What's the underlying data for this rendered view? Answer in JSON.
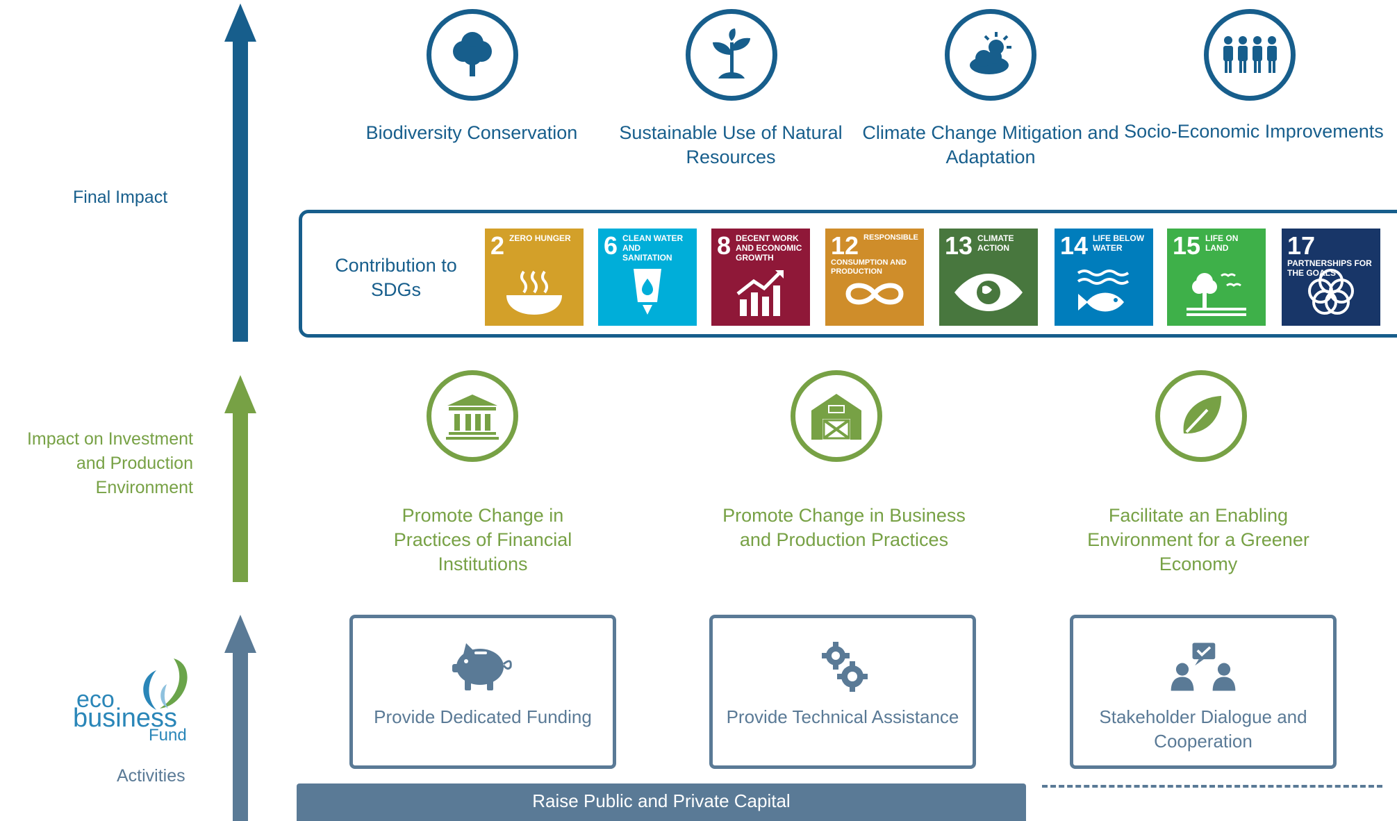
{
  "levels": {
    "final_impact": "Final Impact",
    "investment_impact": "Impact on Investment and Production Environment",
    "activities": "Activities"
  },
  "logo": {
    "eco": "eco",
    "business": "business",
    "fund": "Fund"
  },
  "final_impacts": [
    {
      "label": "Biodiversity Conservation",
      "icon": "tree-icon"
    },
    {
      "label": "Sustainable Use of Natural Resources",
      "icon": "seedling-icon"
    },
    {
      "label": "Climate Change Mitigation and Adaptation",
      "icon": "sun-cloud-icon"
    },
    {
      "label": "Socio-Economic Improvements",
      "icon": "people-icon"
    }
  ],
  "sdg": {
    "title": "Contribution to SDGs",
    "goals": [
      {
        "num": "2",
        "name": "ZERO HUNGER",
        "color": "#d3a029",
        "icon": "bowl-icon"
      },
      {
        "num": "6",
        "name": "CLEAN WATER AND SANITATION",
        "color": "#00aed9",
        "icon": "water-cup-icon"
      },
      {
        "num": "8",
        "name": "DECENT WORK AND ECONOMIC GROWTH",
        "color": "#8f1838",
        "icon": "growth-chart-icon"
      },
      {
        "num": "12",
        "name": "RESPONSIBLE CONSUMPTION AND PRODUCTION",
        "color": "#cf8d2a",
        "icon": "infinity-icon"
      },
      {
        "num": "13",
        "name": "CLIMATE ACTION",
        "color": "#48773e",
        "icon": "eye-globe-icon"
      },
      {
        "num": "14",
        "name": "LIFE BELOW WATER",
        "color": "#007dbc",
        "icon": "fish-icon"
      },
      {
        "num": "15",
        "name": "LIFE ON LAND",
        "color": "#3eb049",
        "icon": "tree-birds-icon"
      },
      {
        "num": "17",
        "name": "PARTNERSHIPS FOR THE GOALS",
        "color": "#183668",
        "icon": "rings-icon"
      }
    ]
  },
  "investment_impacts": [
    {
      "label": "Promote Change in Practices of Financial Institutions",
      "icon": "bank-icon"
    },
    {
      "label": "Promote Change in Business and Production Practices",
      "icon": "barn-icon"
    },
    {
      "label": "Facilitate an Enabling Environment for a Greener Economy",
      "icon": "leaf-icon"
    }
  ],
  "activities": [
    {
      "label": "Provide Dedicated Funding",
      "icon": "piggy-bank-icon"
    },
    {
      "label": "Provide Technical Assistance",
      "icon": "gears-icon"
    },
    {
      "label": "Stakeholder Dialogue and Cooperation",
      "icon": "dialogue-icon"
    }
  ],
  "capital": "Raise Public and Private Capital",
  "colors": {
    "impact_blue": "#175e8c",
    "investment_green": "#77a145",
    "activity_slate": "#5a7a96"
  }
}
